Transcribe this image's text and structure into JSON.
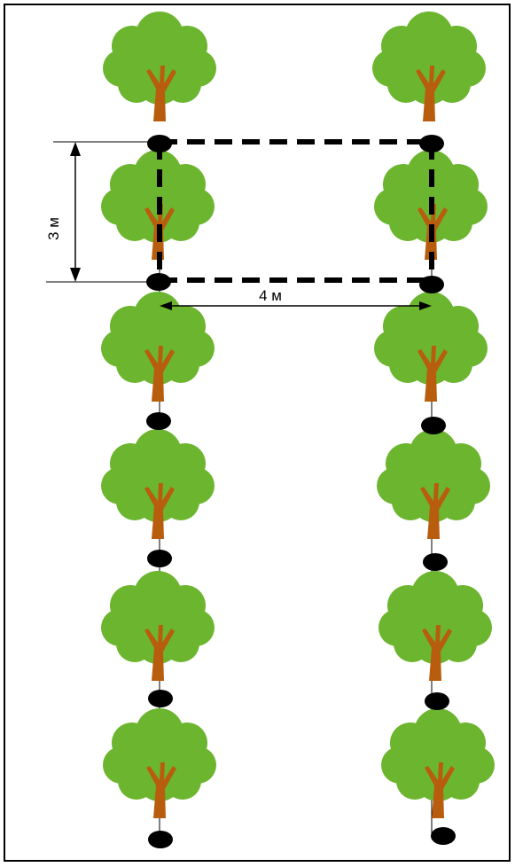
{
  "diagram": {
    "colors": {
      "foliage": "#6cb52f",
      "trunk": "#b85d0e",
      "planting_point": "#000000",
      "frame": "#000000",
      "background": "#ffffff"
    },
    "rows": [
      {
        "row": "left",
        "trees": 6
      },
      {
        "row": "right",
        "trees": 6
      }
    ],
    "dimensions": {
      "vertical_label": "3 м",
      "horizontal_label": "4 м"
    },
    "icons": {
      "tree": "tree-icon",
      "planting_point": "planting-point-icon"
    }
  }
}
